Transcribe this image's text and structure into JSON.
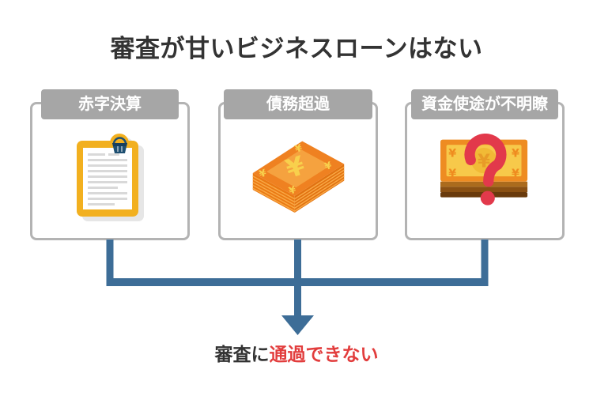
{
  "title": {
    "text": "審査が甘いビジネスローンはない"
  },
  "causes": [
    {
      "label": "赤字決算",
      "icon": "clipboard-report-icon"
    },
    {
      "label": "債務超過",
      "icon": "money-stack-icon"
    },
    {
      "label": "資金使途が不明瞭",
      "icon": "banknote-question-icon"
    }
  ],
  "conclusion": {
    "prefix": "審査に",
    "highlight": "通過できない"
  },
  "colors": {
    "page_background": "#ffffff",
    "title_text": "#333333",
    "label_band": "#a6a6a6",
    "label_text": "#ffffff",
    "box_border": "#b3b3b3",
    "box_background": "#ffffff",
    "connector_blue": "#3d6d97",
    "highlight_red": "#e23d3d",
    "icon_yellow": "#f2b01f",
    "icon_orange": "#ef8121",
    "icon_clip_navy": "#1e4f71",
    "icon_question_red": "#e2394b"
  }
}
